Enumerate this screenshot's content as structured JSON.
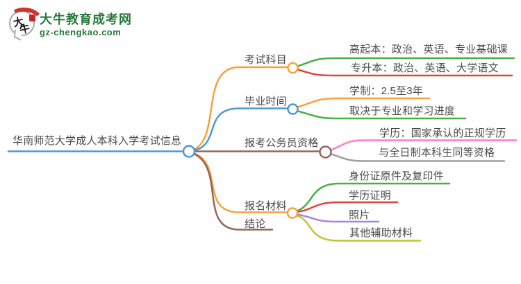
{
  "logo": {
    "site_name": "大牛教育成考网",
    "site_url": "gz-chengkao.com",
    "bubble_chars": [
      "大",
      "牛"
    ],
    "brand_green": "#27793a",
    "brand_red": "#d0342c"
  },
  "palette": {
    "text": "#4a4a4a",
    "orange": "#f7a13a",
    "blue": "#4e97d1",
    "brown": "#96655c",
    "green": "#45b045",
    "red": "#e0433d",
    "pink": "#ff7cc6",
    "gray": "#9e9e9e",
    "purple": "#a585dd",
    "olive": "#bfc52e"
  },
  "root": {
    "label": "华南师范大学成人本科入学考试信息",
    "color": "#4e97d1"
  },
  "branches": [
    {
      "label": "考试科目",
      "color": "#f7a13a",
      "children": [
        {
          "label": "高起本：政治、英语、专业基础课",
          "color": "#45b045"
        },
        {
          "label": "专升本：政治、英语、大学语文",
          "color": "#e0433d"
        }
      ]
    },
    {
      "label": "毕业时间",
      "color": "#4e97d1",
      "children": [
        {
          "label": "学制：2.5至3年",
          "color": "#f7a13a"
        },
        {
          "label": "取决于专业和学习进度",
          "color": "#45b045"
        }
      ]
    },
    {
      "label": "报考公务员资格",
      "color": "#96655c",
      "children": [
        {
          "label": "学历：国家承认的正规学历",
          "color": "#ff7cc6"
        },
        {
          "label": "与全日制本科生同等资格",
          "color": "#9e9e9e"
        }
      ]
    },
    {
      "label": "报名材料",
      "color": "#f7a13a",
      "children": [
        {
          "label": "身份证原件及复印件",
          "color": "#45b045"
        },
        {
          "label": "学历证明",
          "color": "#e0433d"
        },
        {
          "label": "照片",
          "color": "#a585dd"
        },
        {
          "label": "其他辅助材料",
          "color": "#bfc52e"
        }
      ]
    },
    {
      "label": "结论",
      "color": "#96655c",
      "children": []
    }
  ]
}
